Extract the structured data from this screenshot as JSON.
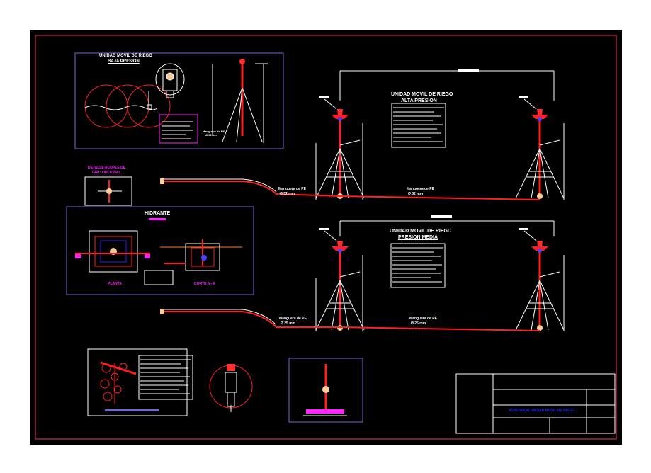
{
  "colors": {
    "background": "#000000",
    "frame": "#ff0000",
    "border": "#ff2a6d",
    "panel": "#6b6bd8",
    "line": "#ffffff",
    "magenta": "#ff22ff",
    "blue": "#2222ff",
    "red": "#ff2020"
  },
  "detail_low": {
    "title_1": "UNIDAD MOVIL DE RIEGO",
    "title_2": "BAJA PRESION",
    "hose_1": "Manguera de PE",
    "hose_2": "Ø 32 mm"
  },
  "high_pressure": {
    "title_1": "UNIDAD MOVIL DE RIEGO",
    "title_2": "ALTA PRESION",
    "hose_left_1": "Manguera de PE",
    "hose_left_2": "Ø 32 mm",
    "hose_right_1": "Manguera de PE",
    "hose_right_2": "Ø 32 mm"
  },
  "coupling": {
    "title_1": "DETALLE ACOPLE DE",
    "title_2": "GIRO OPCIONAL"
  },
  "hydrant": {
    "title": "HIDRANTE",
    "plan_label": "PLANTA",
    "section_label": "CORTE A - A"
  },
  "medium_pressure": {
    "title_1": "UNIDAD MOVIL DE RIEGO",
    "title_2": "PRESION MEDIA",
    "hose_left_1": "Manguera de PE",
    "hose_left_2": "Ø 25 mm",
    "hose_right_1": "Manguera de PE",
    "hose_right_2": "Ø 25 mm"
  },
  "title_block": {
    "project_name": "ASPERSION UNIDAD MOVIL DE RIEGO"
  }
}
